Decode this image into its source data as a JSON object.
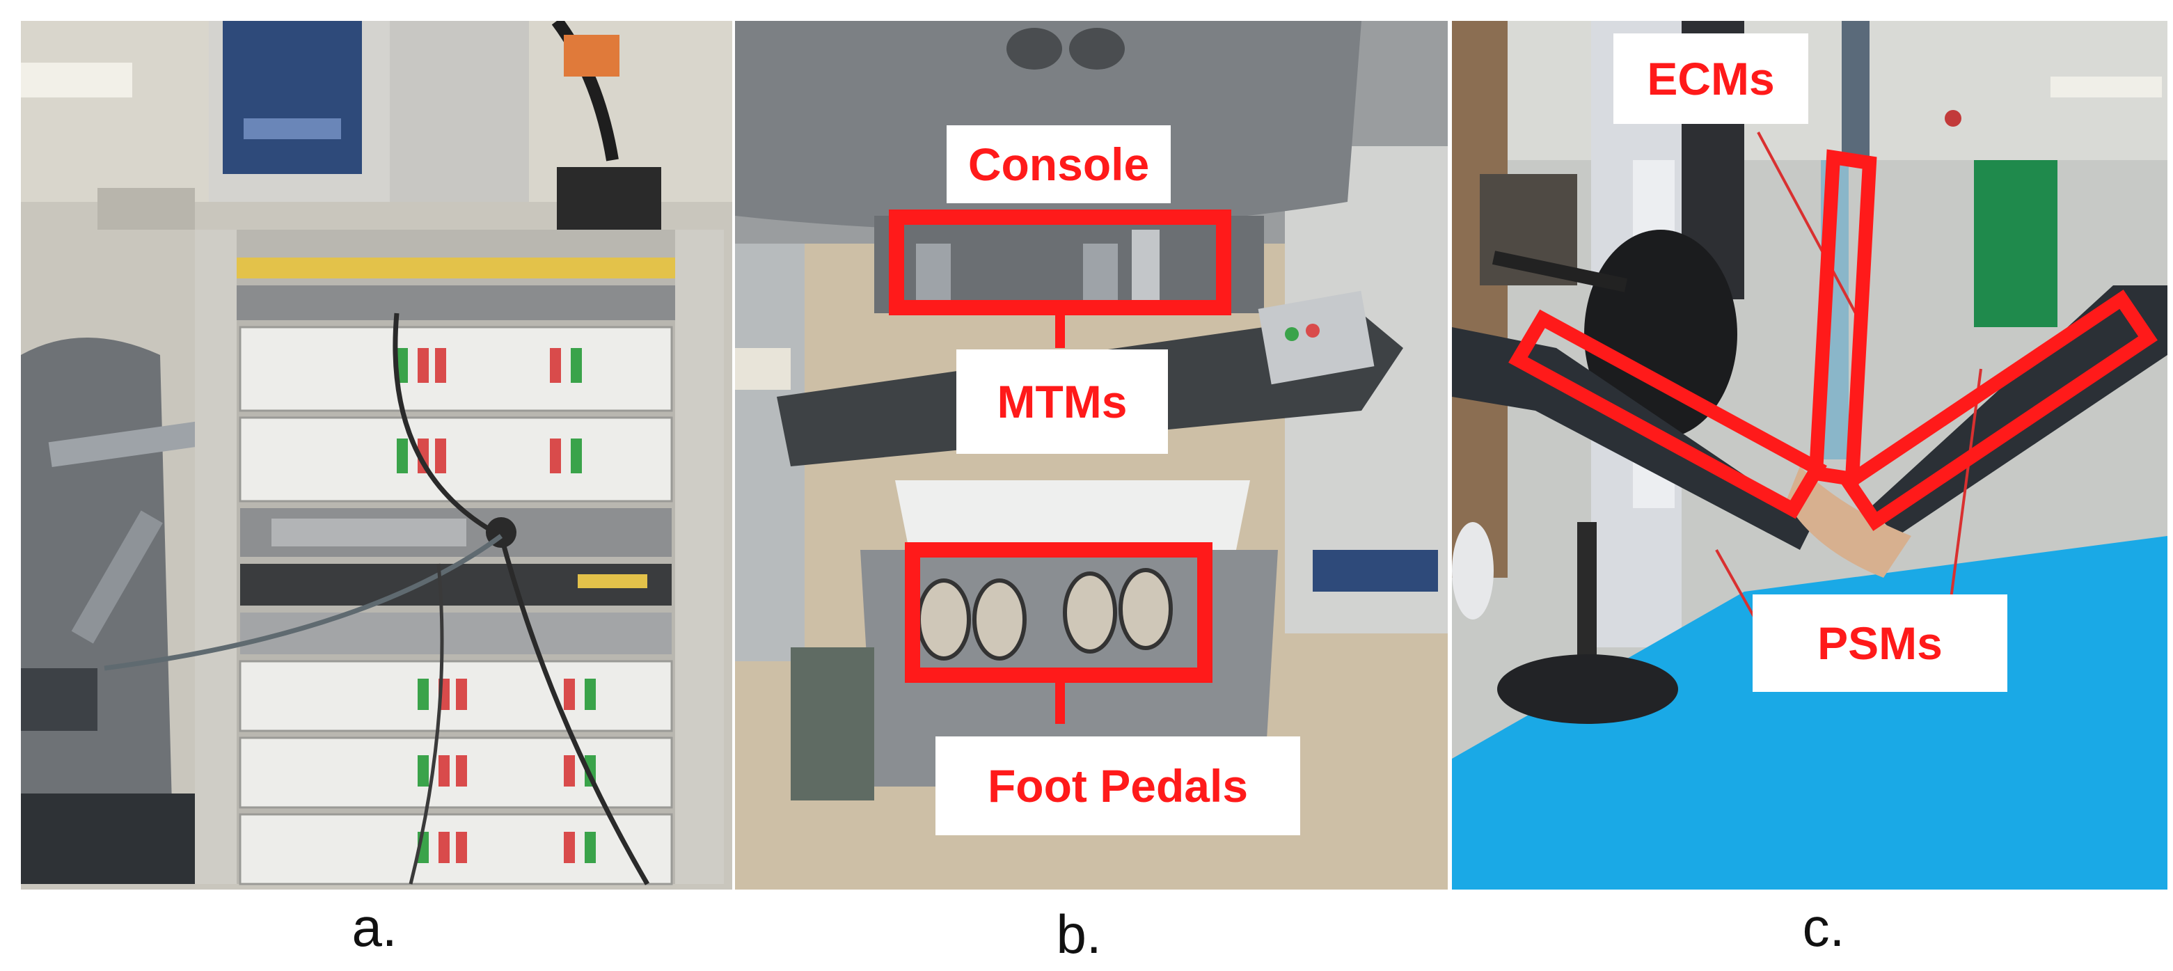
{
  "panels": [
    {
      "letter": "a.",
      "callouts": []
    },
    {
      "letter": "b.",
      "callouts": [
        "Console",
        "MTMs",
        "Foot Pedals"
      ]
    },
    {
      "letter": "c.",
      "callouts": [
        "ECMs",
        "PSMs"
      ]
    }
  ],
  "colors": {
    "callout_text": "#ff1a1a",
    "box_outline": "#ff1a1a",
    "table_surface": "#1aa9e6",
    "label_text": "#111111"
  }
}
